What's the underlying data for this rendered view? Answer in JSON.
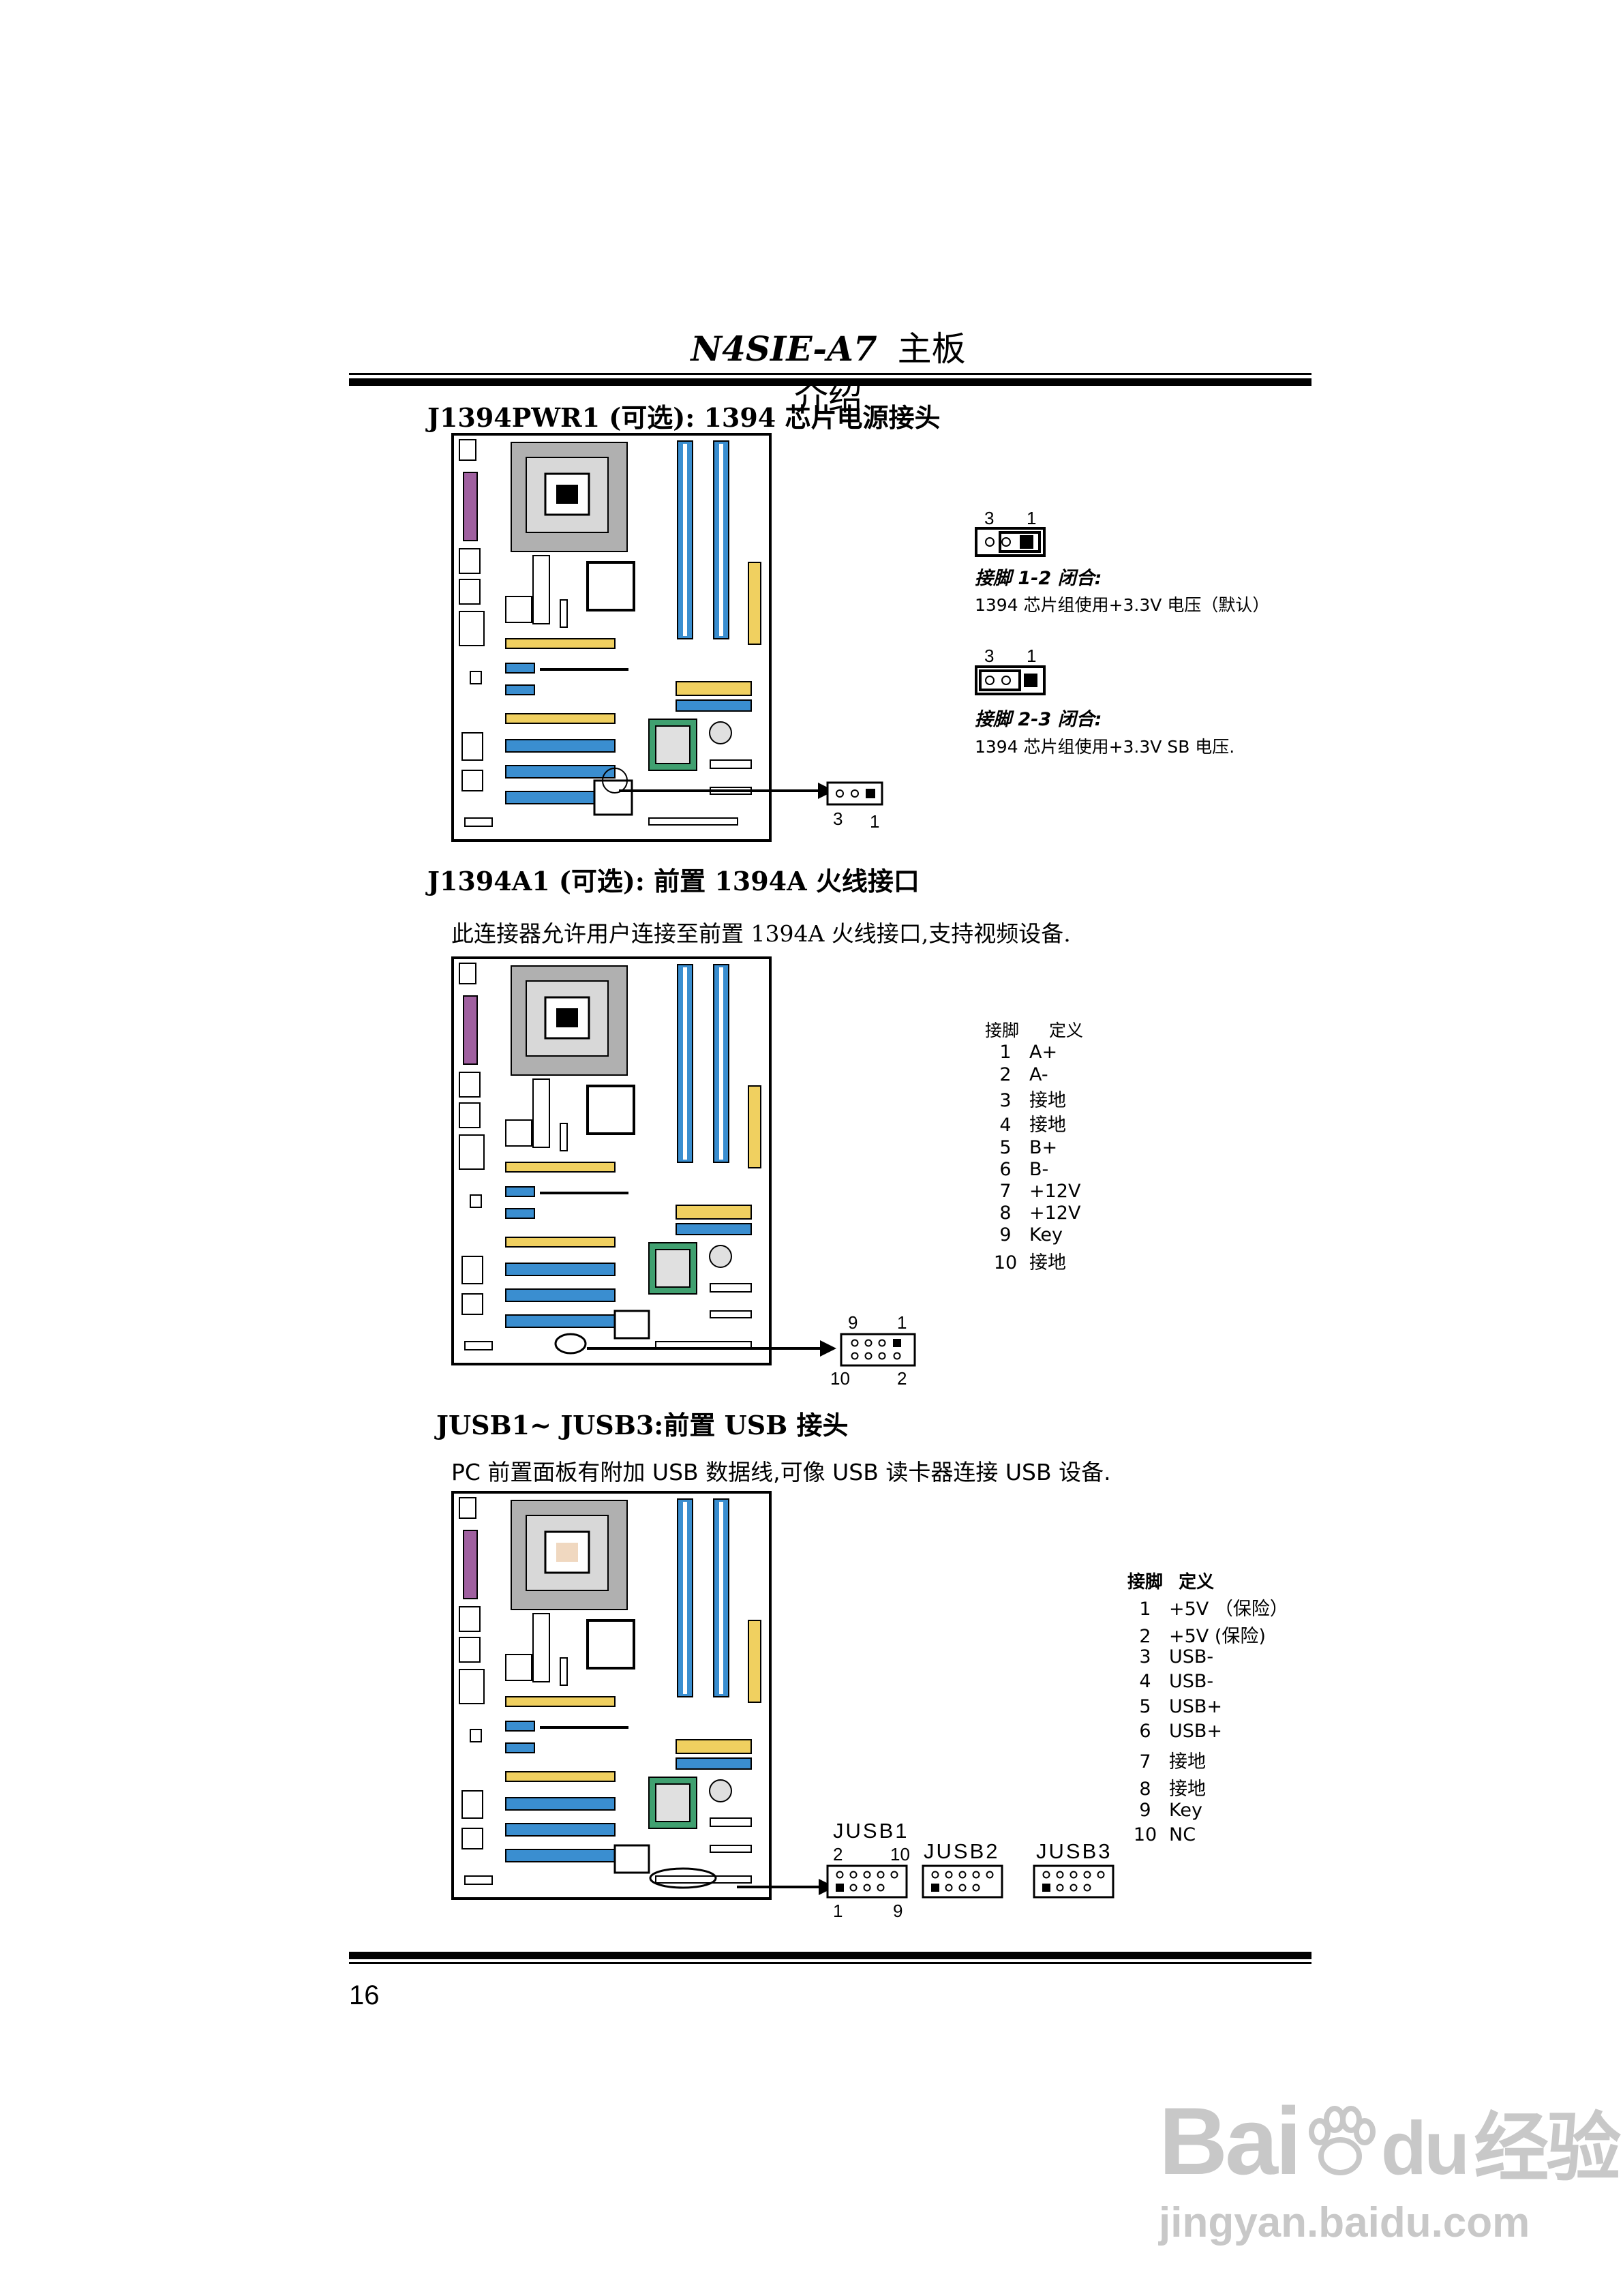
{
  "header": {
    "model": "N4SIE-A7",
    "title": "主板介绍"
  },
  "section1": {
    "title": "J1394PWR1 (可选): 1394 芯片电源接头",
    "jumper_a": {
      "pin_left": "3",
      "pin_right": "1",
      "caption": "接脚 1-2 闭合:",
      "desc": "1394 芯片组使用+3.3V 电压（默认）"
    },
    "jumper_b": {
      "pin_left": "3",
      "pin_right": "1",
      "caption": "接脚 2-3 闭合:",
      "desc": "1394 芯片组使用+3.3V SB 电压."
    },
    "connector": {
      "pin_left": "3",
      "pin_right": "1"
    }
  },
  "section2": {
    "title": "J1394A1 (可选):  前置  1394A 火线接口",
    "desc": "此连接器允许用户连接至前置 1394A 火线接口,支持视频设备.",
    "table_header": {
      "pin": "接脚",
      "def": "定义"
    },
    "rows": [
      {
        "pin": "1",
        "def": "A+"
      },
      {
        "pin": "2",
        "def": "A-"
      },
      {
        "pin": "3",
        "def": "接地"
      },
      {
        "pin": "4",
        "def": "接地"
      },
      {
        "pin": "5",
        "def": "B+"
      },
      {
        "pin": "6",
        "def": "B-"
      },
      {
        "pin": "7",
        "def": "+12V"
      },
      {
        "pin": "8",
        "def": "+12V"
      },
      {
        "pin": "9",
        "def": "Key"
      },
      {
        "pin": "10",
        "def": "接地"
      }
    ],
    "connector": {
      "top_left": "9",
      "top_right": "1",
      "bottom_left": "10",
      "bottom_right": "2"
    }
  },
  "section3": {
    "title": "JUSB1~ JUSB3:前置 USB 接头",
    "desc": "PC 前置面板有附加 USB 数据线,可像 USB 读卡器连接 USB 设备.",
    "table_header": {
      "pin": "接脚",
      "def": "定义"
    },
    "rows": [
      {
        "pin": "1",
        "def": "+5V （保险）"
      },
      {
        "pin": "2",
        "def": "+5V (保险)"
      },
      {
        "pin": "3",
        "def": "USB-"
      },
      {
        "pin": "4",
        "def": "USB-"
      },
      {
        "pin": "5",
        "def": "USB+"
      },
      {
        "pin": "6",
        "def": "USB+"
      },
      {
        "pin": "7",
        "def": "接地"
      },
      {
        "pin": "8",
        "def": "接地"
      },
      {
        "pin": "9",
        "def": "Key"
      },
      {
        "pin": "10",
        "def": "NC"
      }
    ],
    "jusb1": {
      "label": "JUSB1",
      "top_left": "2",
      "top_right": "10",
      "bottom_left": "1",
      "bottom_right": "9"
    },
    "jusb2": {
      "label": "JUSB2"
    },
    "jusb3": {
      "label": "JUSB3"
    }
  },
  "footer": {
    "page_number": "16"
  },
  "watermark": {
    "brand": "Bai",
    "brand_cn": "经验",
    "url": "jingyan.baidu.com"
  }
}
